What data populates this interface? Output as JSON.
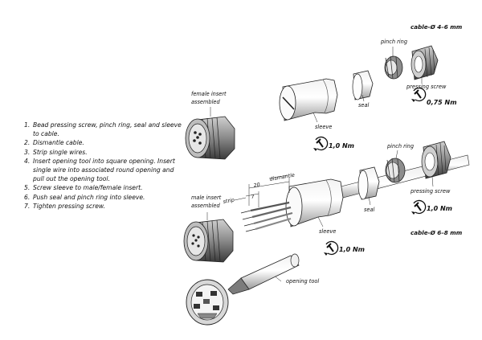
{
  "instructions": [
    {
      "num": "1.",
      "text": "Bead pressing screw, pinch ring, seal and sleeve to cable."
    },
    {
      "num": "2.",
      "text": "Dismantle cable."
    },
    {
      "num": "3.",
      "text": "Strip single wires."
    },
    {
      "num": "4.",
      "text": "Insert opening tool into square opening. Insert single wire into associated round opening and pull out the opening tool."
    },
    {
      "num": "5.",
      "text": "Screw sleeve to male/female insert."
    },
    {
      "num": "6.",
      "text": "Push seal and pinch ring into sleeve."
    },
    {
      "num": "7.",
      "text": "Tighten pressing screw."
    }
  ],
  "labels": {
    "cable_small": "cable-Ø 4–6 mm",
    "cable_large": "cable-Ø 6–8 mm",
    "pinch_ring_top": "pinch ring",
    "pinch_ring_mid": "pinch ring",
    "pressing_screw_top": "pressing screw",
    "pressing_screw_mid": "pressing screw",
    "seal_top": "seal",
    "seal_mid": "seal",
    "sleeve_top": "sleeve",
    "sleeve_mid": "sleeve",
    "female_insert_1": "female insert",
    "female_insert_2": "assembled",
    "male_insert_1": "male insert",
    "male_insert_2": "assembled",
    "opening_tool": "opening tool",
    "strip": "strip",
    "dismantle": "dismantle",
    "dim_20": "20",
    "dim_7": "7"
  },
  "torques": {
    "top_screw": "0,75 Nm",
    "top_sleeve": "1,0 Nm",
    "mid_screw": "1,0 Nm",
    "mid_sleeve": "1,0 Nm"
  }
}
